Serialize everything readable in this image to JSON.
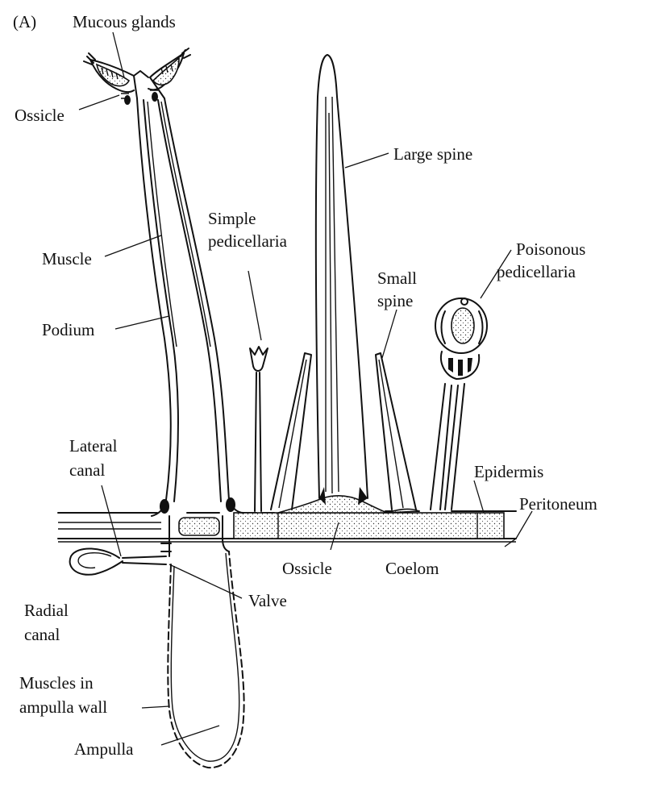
{
  "panel_label": "(A)",
  "labels": {
    "mucous_glands": "Mucous glands",
    "ossicle_top": "Ossicle",
    "muscle": "Muscle",
    "podium": "Podium",
    "lateral_canal_1": "Lateral",
    "lateral_canal_2": "canal",
    "radial_canal_1": "Radial",
    "radial_canal_2": "canal",
    "muscles_ampulla_1": "Muscles in",
    "muscles_ampulla_2": "ampulla wall",
    "ampulla": "Ampulla",
    "valve": "Valve",
    "simple_pedicellaria_1": "Simple",
    "simple_pedicellaria_2": "pedicellaria",
    "large_spine": "Large spine",
    "small_spine_1": "Small",
    "small_spine_2": "spine",
    "poisonous_pedicellaria_1": "Poisonous",
    "poisonous_pedicellaria_2": "pedicellaria",
    "epidermis": "Epidermis",
    "peritoneum": "Peritoneum",
    "ossicle_bottom": "Ossicle",
    "coelom": "Coelom"
  }
}
